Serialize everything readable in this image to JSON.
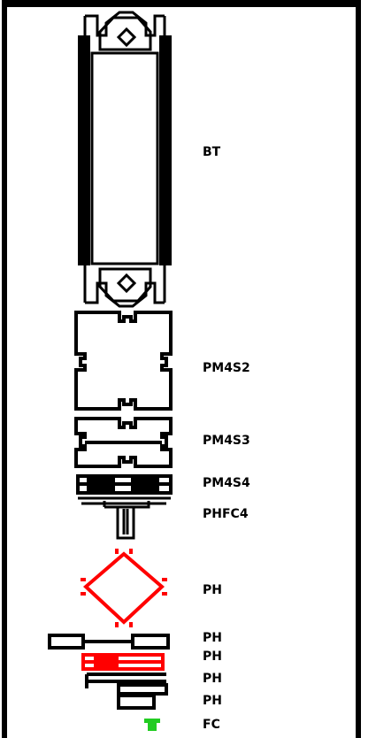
{
  "labels": {
    "bt": "BT",
    "pm4s2": "PM4S2",
    "pm4s3": "PM4S3",
    "pm4s4": "PM4S4",
    "phfc4": "PHFC4",
    "ph_1": "PH",
    "ph_2": "PH",
    "ph_3": "PH",
    "ph_4": "PH",
    "ph_5": "PH",
    "fc": "FC"
  },
  "colors": {
    "outline": "#000000",
    "highlight": "#ff0000",
    "accent": "#22cc22",
    "background": "#ffffff"
  }
}
